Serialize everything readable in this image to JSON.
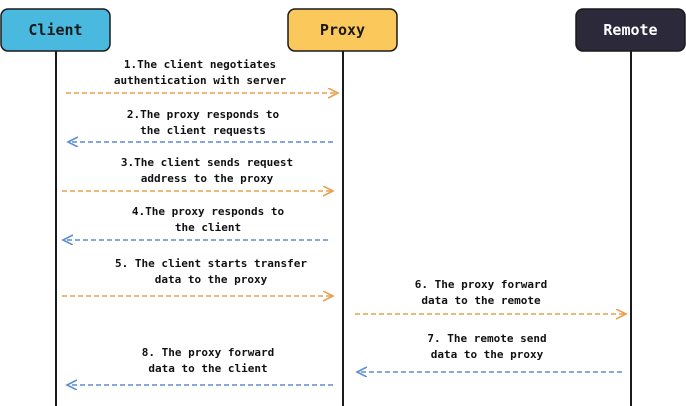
{
  "participants": {
    "client": {
      "label": "Client",
      "fill": "#4ab9e0",
      "text_color": "#1a1a1a"
    },
    "proxy": {
      "label": "Proxy",
      "fill": "#fbc95b",
      "text_color": "#1a1a1a"
    },
    "remote": {
      "label": "Remote",
      "fill": "#2c2a3a",
      "text_color": "#ffffff"
    }
  },
  "colors": {
    "request_arrow": "#e8a04f",
    "response_arrow": "#5b8ed0",
    "lifeline": "#1a1a1a"
  },
  "messages": [
    {
      "line1": "1.The client negotiates",
      "line2": "authentication with server",
      "from": "client",
      "to": "proxy",
      "kind": "request"
    },
    {
      "line1": "2.The proxy responds to",
      "line2": "the client requests",
      "from": "proxy",
      "to": "client",
      "kind": "response"
    },
    {
      "line1": "3.The client sends request",
      "line2": "address to the proxy",
      "from": "client",
      "to": "proxy",
      "kind": "request"
    },
    {
      "line1": "4.The proxy responds to",
      "line2": "the client",
      "from": "proxy",
      "to": "client",
      "kind": "response"
    },
    {
      "line1": "5. The client starts transfer",
      "line2": "data to the proxy",
      "from": "client",
      "to": "proxy",
      "kind": "request"
    },
    {
      "line1": "6. The proxy forward",
      "line2": "data to the remote",
      "from": "proxy",
      "to": "remote",
      "kind": "request"
    },
    {
      "line1": "7. The remote send",
      "line2": "data to the proxy",
      "from": "remote",
      "to": "proxy",
      "kind": "response"
    },
    {
      "line1": "8. The proxy forward",
      "line2": "data to the client",
      "from": "proxy",
      "to": "client",
      "kind": "response"
    }
  ]
}
